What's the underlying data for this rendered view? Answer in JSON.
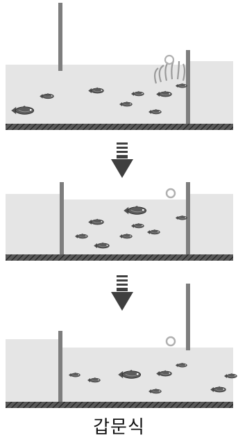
{
  "caption": "갑문식",
  "colors": {
    "water": "#e5e5e5",
    "water_edge": "#bdbdbd",
    "gate": "#7e7e7e",
    "floor": "#4a4a4a",
    "arrow": "#3f3f3f",
    "fish_body": "#5a5a5a",
    "ring": "#b0b0b0"
  },
  "stages": [
    {
      "name": "stage-1-fish-enter",
      "gate": "left-open",
      "lower_level": "low"
    },
    {
      "name": "stage-2-water-rising",
      "gate": "both-closed",
      "lower_level": "rising"
    },
    {
      "name": "stage-3-fish-exit",
      "gate": "right-open",
      "lower_level": "high"
    }
  ],
  "icons": [
    "down-arrow-icon",
    "fish-icon",
    "ring-float-icon",
    "bubbles-icon"
  ]
}
